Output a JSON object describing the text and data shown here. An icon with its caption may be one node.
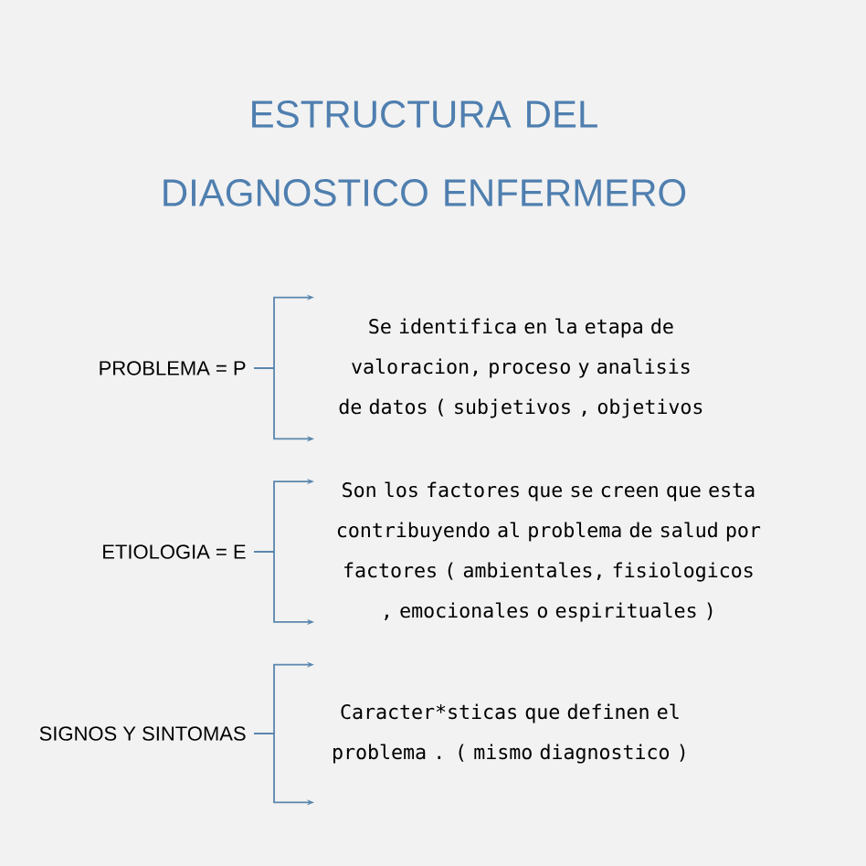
{
  "diagram": {
    "title": "ESTRUCTURA DEL DIAGNOSTICO ENFERMERO",
    "nodes": [
      {
        "text": [
          "PROBLEMA = P"
        ]
      },
      {
        "text": [
          "Se identifica en la etapa de valoracion, proceso y analisis de datos ( subjetivos , objetivos"
        ]
      },
      {
        "text": [
          "ETIOLOGIA = E"
        ]
      },
      {
        "text": [
          "Son los factores que se creen que esta contribuyendo al problema de salud por factores ( ambientales, fisiologicos , emocionales o espirituales )"
        ]
      },
      {
        "text": [
          "SIGNOS Y SINTOMAS"
        ]
      },
      {
        "text": [
          "Caracter*sticas que definen el problema . ( mismo diagnostico )"
        ]
      }
    ],
    "edges": [
      {
        "from": 0,
        "to": 1,
        "arrow": "to"
      },
      {
        "from": 0,
        "to": 1,
        "arrow": "to"
      },
      {
        "from": 2,
        "to": 3,
        "arrow": "to"
      },
      {
        "from": 2,
        "to": 3,
        "arrow": "to"
      },
      {
        "from": 4,
        "to": 5,
        "arrow": "to"
      },
      {
        "from": 4,
        "to": 5,
        "arrow": "to"
      }
    ]
  }
}
